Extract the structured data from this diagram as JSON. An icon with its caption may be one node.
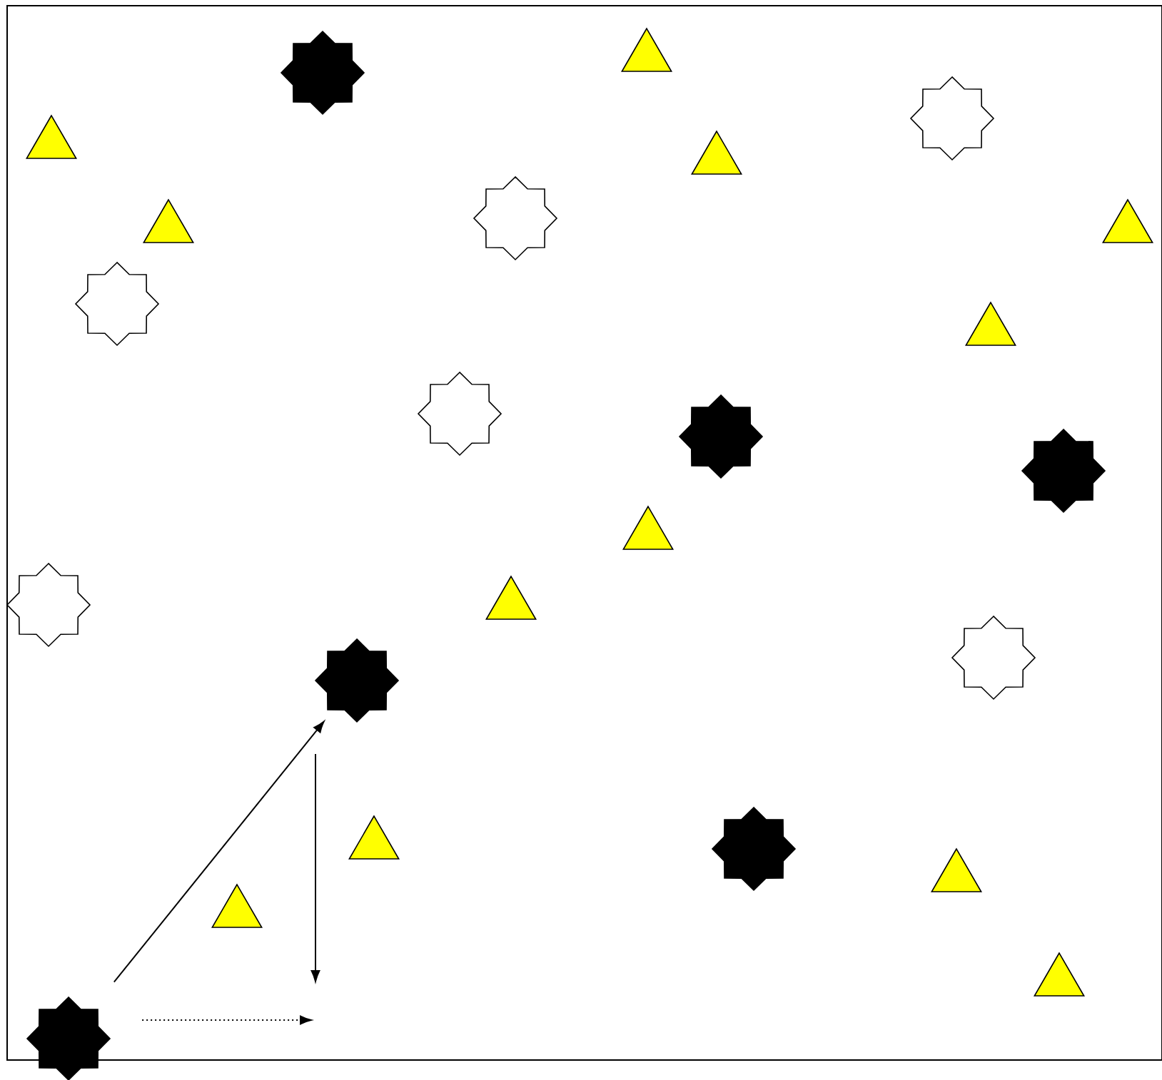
{
  "diagram": {
    "nodes": [
      {
        "text": [],
        "shape": "triangle"
      },
      {
        "text": [],
        "shape": "star"
      },
      {
        "text": [],
        "shape": "star"
      },
      {
        "text": [],
        "shape": "triangle"
      },
      {
        "text": [],
        "shape": "triangle"
      },
      {
        "text": [],
        "shape": "star"
      },
      {
        "text": [],
        "shape": "triangle"
      },
      {
        "text": [],
        "shape": "triangle"
      },
      {
        "text": [],
        "shape": "star"
      },
      {
        "text": [],
        "shape": "triangle"
      },
      {
        "text": [],
        "shape": "star"
      },
      {
        "text": [],
        "shape": "star"
      },
      {
        "text": [],
        "shape": "star"
      },
      {
        "text": [],
        "shape": "triangle"
      },
      {
        "text": [],
        "shape": "triangle"
      },
      {
        "text": [],
        "shape": "star"
      },
      {
        "text": [],
        "shape": "star"
      },
      {
        "text": [],
        "shape": "star"
      },
      {
        "text": [],
        "shape": "triangle"
      },
      {
        "text": [],
        "shape": "star"
      },
      {
        "text": [],
        "shape": "triangle"
      },
      {
        "text": [],
        "shape": "triangle"
      },
      {
        "text": [],
        "shape": "triangle"
      },
      {
        "text": [],
        "shape": "star"
      }
    ],
    "edges": [
      {
        "from": 23,
        "to": 17,
        "arrow": "to"
      },
      {
        "from": 17,
        "to": null,
        "arrow": "to"
      },
      {
        "from": 23,
        "to": null,
        "arrow": "to",
        "style": "dashed"
      }
    ]
  }
}
